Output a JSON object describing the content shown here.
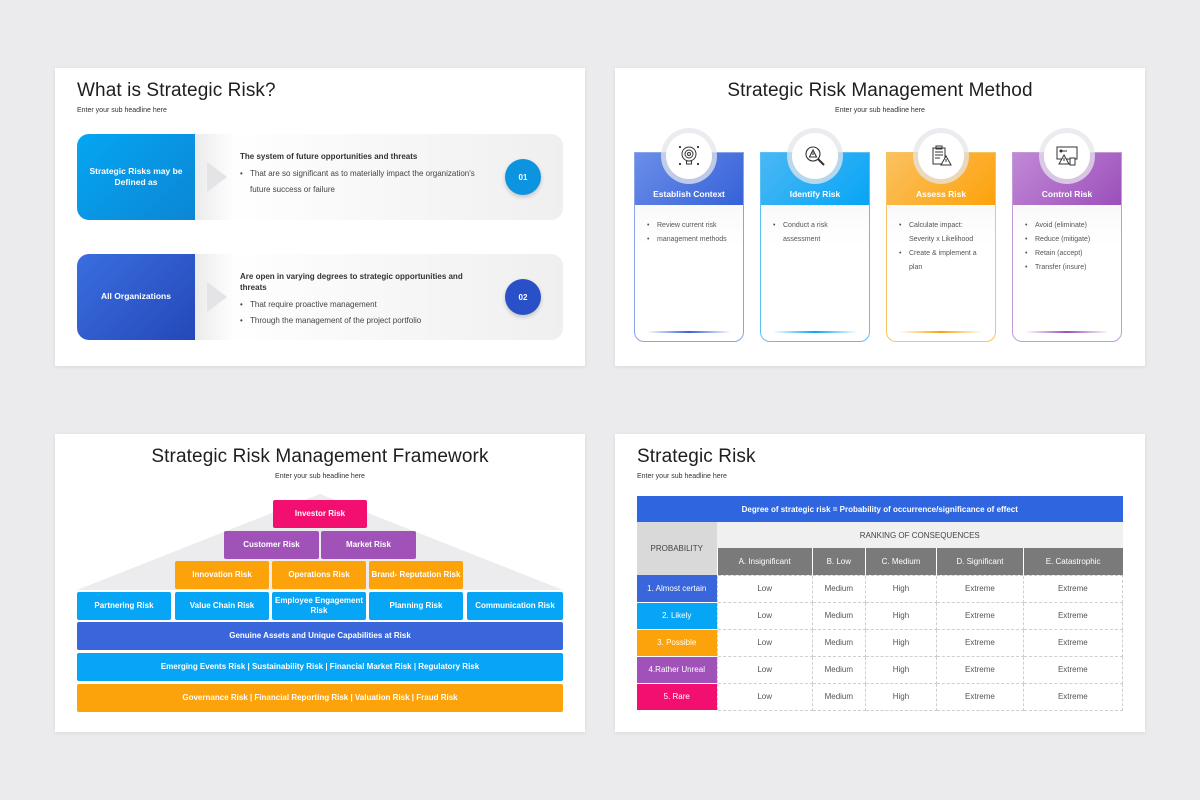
{
  "slide1": {
    "title": "What is Strategic Risk?",
    "subtitle": "Enter your sub headline here",
    "rows": [
      {
        "label": "Strategic Risks may be Defined as",
        "heading": "The system of future opportunities and threats",
        "bullets": [
          "That are so significant as to materially impact the organization's future success or failure"
        ],
        "number": "01",
        "color": "#0c94e2"
      },
      {
        "label": "All Organizations",
        "heading": "Are open in varying degrees to strategic opportunities and threats",
        "bullets": [
          "That require proactive management",
          "Through the management of the project portfolio"
        ],
        "number": "02",
        "color": "#2a50c8"
      }
    ]
  },
  "slide2": {
    "title": "Strategic Risk Management Method",
    "subtitle": "Enter your sub headline here",
    "cards": [
      {
        "title": "Establish Context",
        "icon": "lightbulb-gear-icon",
        "color": "#3562d8",
        "bullets": [
          "Review current risk",
          "management methods"
        ]
      },
      {
        "title": "Identify Risk",
        "icon": "magnifier-warning-icon",
        "color": "#07a5f5",
        "bullets": [
          "Conduct a risk assessment"
        ]
      },
      {
        "title": "Assess Risk",
        "icon": "clipboard-warning-icon",
        "color": "#fca20a",
        "bullets": [
          "Calculate impact: Severity x Likelihood",
          "Create & implement a plan"
        ]
      },
      {
        "title": "Control Risk",
        "icon": "monitor-warning-icon",
        "color": "#9c4fbb",
        "bullets": [
          "Avoid (eliminate)",
          "Reduce (mitigate)",
          "Retain (accept)",
          "Transfer (insure)"
        ]
      }
    ]
  },
  "slide3": {
    "title": "Strategic Risk Management Framework",
    "subtitle": "Enter your sub headline here",
    "tier1": [
      "Investor Risk"
    ],
    "tier2": [
      "Customer Risk",
      "Market Risk"
    ],
    "tier3": [
      "Innovation Risk",
      "Operations Risk",
      "Brand- Reputation Risk"
    ],
    "tier4": [
      "Partnering Risk",
      "Value Chain Risk",
      "Employee Engagement Risk",
      "Planning Risk",
      "Communication Risk"
    ],
    "base": [
      "Genuine Assets and Unique Capabilities at Risk",
      "Emerging Events Risk | Sustainability Risk | Financial Market Risk | Regulatory Risk",
      "Governance Risk | Financial Reporting Risk | Valuation Risk | Fraud Risk"
    ],
    "colors": {
      "tier1": "#f20f6f",
      "tier2": "#a052b8",
      "tier3": "#fca20a",
      "tier4": "#07a5f5",
      "base1": "#3a66dc",
      "base2": "#07a5f5",
      "base3": "#fca20a"
    }
  },
  "slide4": {
    "title": "Strategic Risk",
    "subtitle": "Enter your sub headline here",
    "banner": "Degree of strategic risk = Probability of occurrence/significance of effect",
    "probability_label": "PROBABILITY",
    "ranking_label": "RANKING OF CONSEQUENCES",
    "columns": [
      "A. Insignificant",
      "B. Low",
      "C. Medium",
      "D. Significant",
      "E. Catastrophic"
    ],
    "rows": [
      {
        "label": "1. Almost certain",
        "color": "#3a66dc",
        "values": [
          "Low",
          "Medium",
          "High",
          "Extreme",
          "Extreme"
        ]
      },
      {
        "label": "2. Likely",
        "color": "#07a5f5",
        "values": [
          "Low",
          "Medium",
          "High",
          "Extreme",
          "Extreme"
        ]
      },
      {
        "label": "3. Possible",
        "color": "#fca20a",
        "values": [
          "Low",
          "Medium",
          "High",
          "Extreme",
          "Extreme"
        ]
      },
      {
        "label": "4.Rather Unreal",
        "color": "#a052b8",
        "values": [
          "Low",
          "Medium",
          "High",
          "Extreme",
          "Extreme"
        ]
      },
      {
        "label": "5. Rare",
        "color": "#f20f6f",
        "values": [
          "Low",
          "Medium",
          "High",
          "Extreme",
          "Extreme"
        ]
      }
    ]
  }
}
